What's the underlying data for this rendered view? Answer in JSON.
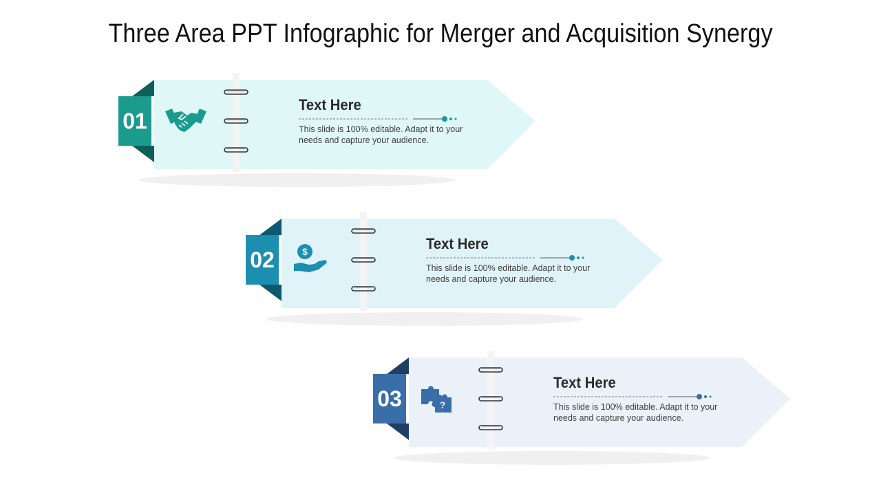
{
  "title": "Three Area PPT Infographic for Merger and Acquisition Synergy",
  "items": [
    {
      "number": "01",
      "heading": "Text Here",
      "description": "This slide is 100% editable. Adapt it to your needs and capture your audience.",
      "icon": "handshake-icon",
      "accent": "#1a9b8e",
      "accent_dark": "#0d5f57",
      "fill": "#e0f7f7"
    },
    {
      "number": "02",
      "heading": "Text Here",
      "description": "This slide is 100% editable. Adapt it to your needs and capture your audience.",
      "icon": "money-hand-icon",
      "accent": "#1c8fb1",
      "accent_dark": "#0e5870",
      "fill": "#e0f3f8"
    },
    {
      "number": "03",
      "heading": "Text Here",
      "description": "This slide is 100% editable. Adapt it to your needs and capture your audience.",
      "icon": "puzzle-question-icon",
      "accent": "#3a6ea8",
      "accent_dark": "#1f3f66",
      "fill": "#eaf1f9"
    }
  ]
}
